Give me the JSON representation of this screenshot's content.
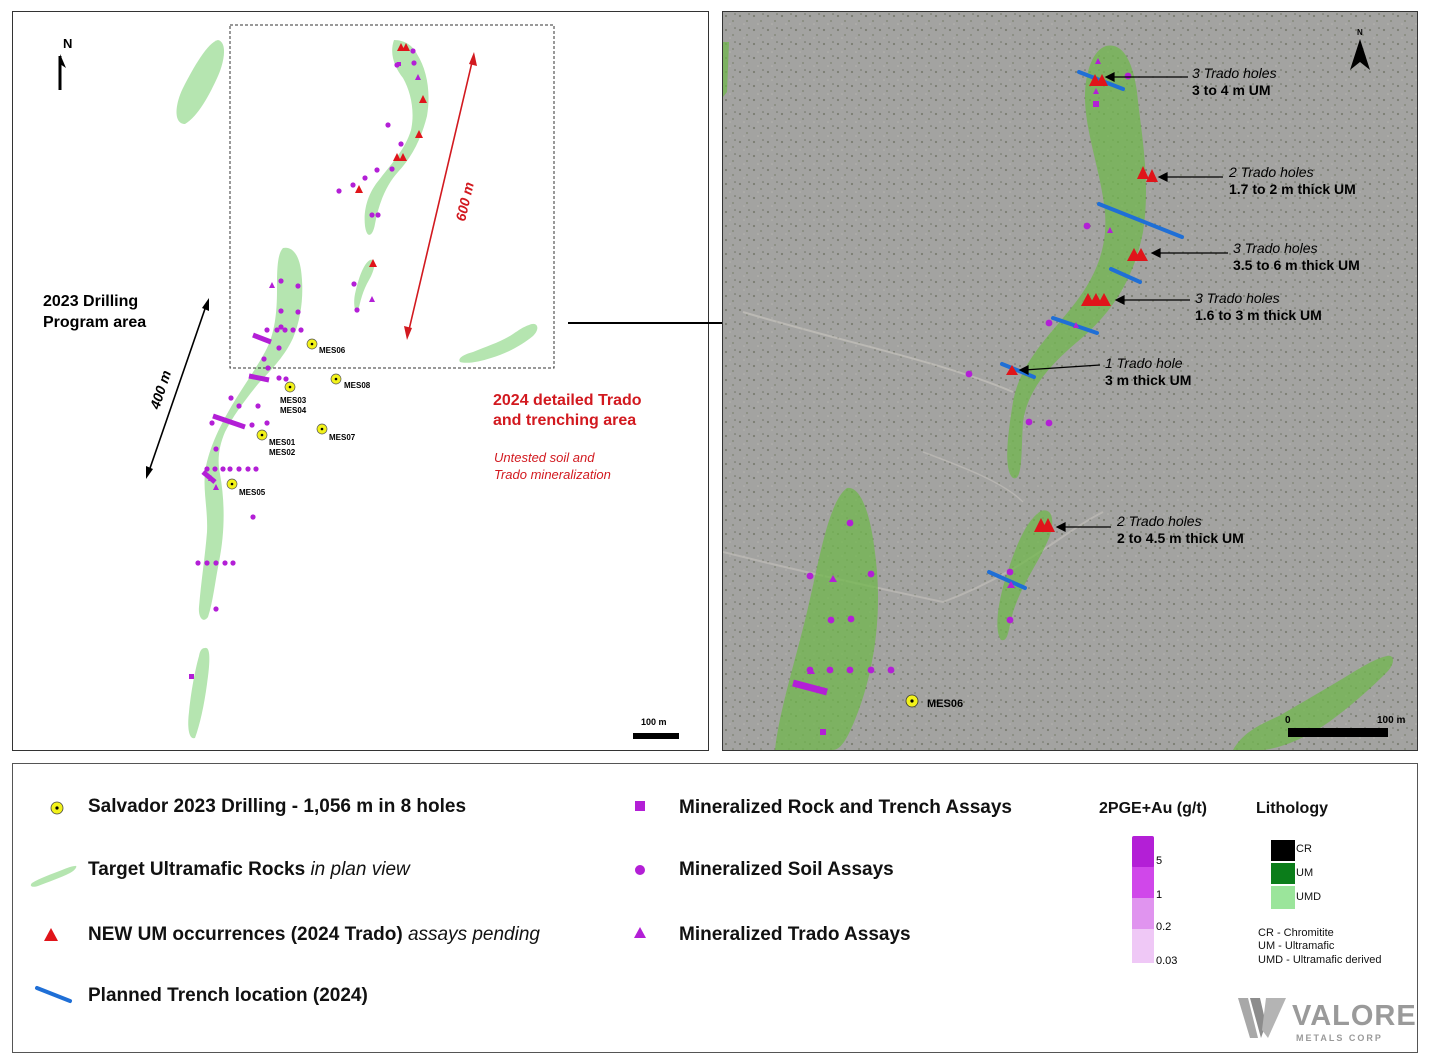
{
  "left_map": {
    "north_label": "N",
    "drilling_area_label_1": "2023 Drilling",
    "drilling_area_label_2": "Program area",
    "dim_400": "400 m",
    "dim_600": "600 m",
    "trado_area_label_1": "2024 detailed Trado",
    "trado_area_label_2": "and trenching area",
    "untested_label_1": "Untested soil and",
    "untested_label_2": "Trado mineralization",
    "scale_label": "100 m",
    "holes": [
      {
        "label": "MES06"
      },
      {
        "label": "MES08"
      },
      {
        "label": "MES03"
      },
      {
        "label": "MES04"
      },
      {
        "label": "MES01"
      },
      {
        "label": "MES02"
      },
      {
        "label": "MES07"
      },
      {
        "label": "MES05"
      }
    ]
  },
  "right_map": {
    "north_label": "N",
    "callouts": [
      {
        "line1": "3 Trado holes",
        "line2": "3 to 4 m UM"
      },
      {
        "line1": "2 Trado holes",
        "line2": "1.7 to 2 m thick UM"
      },
      {
        "line1": "3 Trado holes",
        "line2": "3.5 to 6 m thick UM"
      },
      {
        "line1": "3 Trado holes",
        "line2": "1.6 to 3 m thick UM"
      },
      {
        "line1": "1 Trado hole",
        "line2": "3 m thick UM"
      },
      {
        "line1": "2 Trado holes",
        "line2": "2 to 4.5 m thick UM"
      }
    ],
    "hole_label": "MES06",
    "scale_zero": "0",
    "scale_max": "100 m"
  },
  "legend": {
    "drilling": "Salvador 2023 Drilling - 1,056 m in 8 holes",
    "target_main": "Target Ultramafic Rocks",
    "target_italic": "in plan view",
    "new_um_main": "NEW UM occurrences (2024 Trado)",
    "new_um_italic": "assays pending",
    "trench": "Planned Trench location (2024)",
    "rock": "Mineralized Rock and Trench Assays",
    "soil": "Mineralized Soil Assays",
    "trado": "Mineralized Trado Assays",
    "grade_title": "2PGE+Au (g/t)",
    "grade_ticks": [
      "5",
      "1",
      "0.2",
      "0.03"
    ],
    "lithology_title": "Lithology",
    "lithology_items": [
      {
        "code": "CR",
        "color": "#000000"
      },
      {
        "code": "UM",
        "color": "#0b7d1a"
      },
      {
        "code": "UMD",
        "color": "#9be59b"
      }
    ],
    "lithology_notes": [
      "CR - Chromitite",
      "UM - Ultramafic",
      "UMD - Ultramafic derived"
    ],
    "logo_name": "VALORE",
    "logo_sub": "METALS CORP"
  },
  "colors": {
    "umd_green": "#b5e5b0",
    "um_green_overlay": "#6fb84a",
    "trado_red": "#e0141a",
    "assay_purple": "#b31fd6",
    "trench_blue": "#1f6fd6",
    "drill_yellow": "#f2f21a",
    "dim_red": "#d2191f"
  }
}
